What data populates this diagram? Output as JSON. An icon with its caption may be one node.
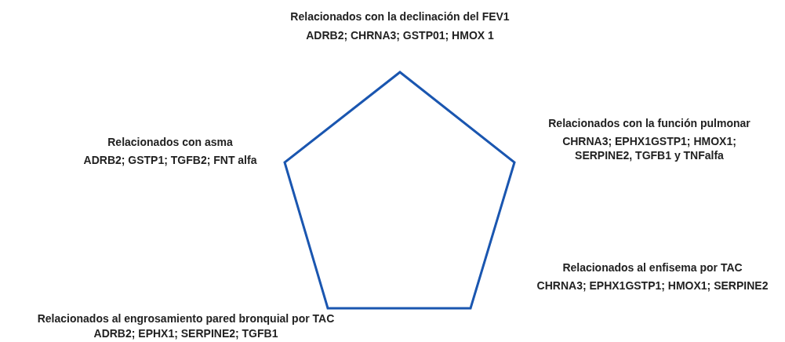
{
  "diagram": {
    "nodes": [
      {
        "text": [],
        "shape": "pentagon"
      }
    ],
    "labels": [
      "Relacionados con la declinación del FEV1",
      "ADRB2; CHRNA3; GSTP01; HMOX 1",
      "Relacionados con la función pulmonar",
      "CHRNA3; EPHX1GSTP1; HMOX1; SERPINE2, TGFB1 y TNFalfa",
      "Relacionados con asma",
      "ADRB2; GSTP1; TGFB2; FNT alfa",
      "Relacionados al enfisema por TAC",
      "CHRNA3; EPHX1GSTP1; HMOX1; SERPINE2",
      "Relacionados al engrosamiento pared bronquial por TAC",
      "ADRB2; EPHX1; SERPINE2; TGFB1"
    ]
  }
}
